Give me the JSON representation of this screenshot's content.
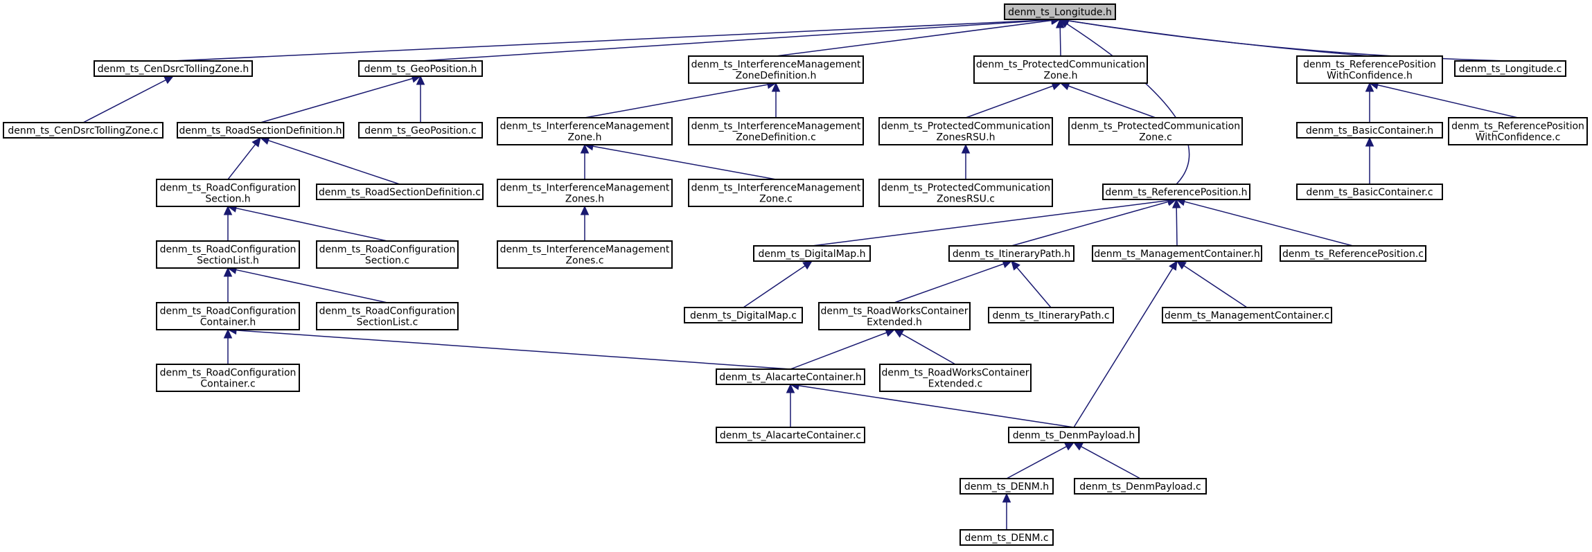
{
  "graph": {
    "edge_color": "#191970",
    "root_fill": "#bfbfbf",
    "nodes": [
      {
        "id": "longitude_h",
        "lines": [
          "denm_ts_Longitude.h"
        ],
        "root": true
      },
      {
        "id": "cendsrc_h",
        "lines": [
          "denm_ts_CenDsrcTollingZone.h"
        ]
      },
      {
        "id": "cendsrc_c",
        "lines": [
          "denm_ts_CenDsrcTollingZone.c"
        ]
      },
      {
        "id": "geopos_h",
        "lines": [
          "denm_ts_GeoPosition.h"
        ]
      },
      {
        "id": "geopos_c",
        "lines": [
          "denm_ts_GeoPosition.c"
        ]
      },
      {
        "id": "roadsecdef_h",
        "lines": [
          "denm_ts_RoadSectionDefinition.h"
        ]
      },
      {
        "id": "roadsecdef_c",
        "lines": [
          "denm_ts_RoadSectionDefinition.c"
        ]
      },
      {
        "id": "rcsection_h",
        "lines": [
          "denm_ts_RoadConfiguration",
          "Section.h"
        ]
      },
      {
        "id": "rcsection_c",
        "lines": [
          "denm_ts_RoadConfiguration",
          "Section.c"
        ]
      },
      {
        "id": "rcsectionlist_h",
        "lines": [
          "denm_ts_RoadConfiguration",
          "SectionList.h"
        ]
      },
      {
        "id": "rcsectionlist_c",
        "lines": [
          "denm_ts_RoadConfiguration",
          "SectionList.c"
        ]
      },
      {
        "id": "rccontainer_h",
        "lines": [
          "denm_ts_RoadConfiguration",
          "Container.h"
        ]
      },
      {
        "id": "rccontainer_c",
        "lines": [
          "denm_ts_RoadConfiguration",
          "Container.c"
        ]
      },
      {
        "id": "imzonedef_h",
        "lines": [
          "denm_ts_InterferenceManagement",
          "ZoneDefinition.h"
        ]
      },
      {
        "id": "imzonedef_c",
        "lines": [
          "denm_ts_InterferenceManagement",
          "ZoneDefinition.c"
        ]
      },
      {
        "id": "imzone_h",
        "lines": [
          "denm_ts_InterferenceManagement",
          "Zone.h"
        ]
      },
      {
        "id": "imzone_c",
        "lines": [
          "denm_ts_InterferenceManagement",
          "Zone.c"
        ]
      },
      {
        "id": "imzones_h",
        "lines": [
          "denm_ts_InterferenceManagement",
          "Zones.h"
        ]
      },
      {
        "id": "imzones_c",
        "lines": [
          "denm_ts_InterferenceManagement",
          "Zones.c"
        ]
      },
      {
        "id": "pczone_h",
        "lines": [
          "denm_ts_ProtectedCommunication",
          "Zone.h"
        ]
      },
      {
        "id": "pczone_c",
        "lines": [
          "denm_ts_ProtectedCommunication",
          "Zone.c"
        ]
      },
      {
        "id": "pczonesrsu_h",
        "lines": [
          "denm_ts_ProtectedCommunication",
          "ZonesRSU.h"
        ]
      },
      {
        "id": "pczonesrsu_c",
        "lines": [
          "denm_ts_ProtectedCommunication",
          "ZonesRSU.c"
        ]
      },
      {
        "id": "refposconf_h",
        "lines": [
          "denm_ts_ReferencePosition",
          "WithConfidence.h"
        ]
      },
      {
        "id": "refposconf_c",
        "lines": [
          "denm_ts_ReferencePosition",
          "WithConfidence.c"
        ]
      },
      {
        "id": "longitude_c",
        "lines": [
          "denm_ts_Longitude.c"
        ]
      },
      {
        "id": "basiccont_h",
        "lines": [
          "denm_ts_BasicContainer.h"
        ]
      },
      {
        "id": "basiccont_c",
        "lines": [
          "denm_ts_BasicContainer.c"
        ]
      },
      {
        "id": "refpos_h",
        "lines": [
          "denm_ts_ReferencePosition.h"
        ]
      },
      {
        "id": "refpos_c",
        "lines": [
          "denm_ts_ReferencePosition.c"
        ]
      },
      {
        "id": "digitalmap_h",
        "lines": [
          "denm_ts_DigitalMap.h"
        ]
      },
      {
        "id": "digitalmap_c",
        "lines": [
          "denm_ts_DigitalMap.c"
        ]
      },
      {
        "id": "itinerary_h",
        "lines": [
          "denm_ts_ItineraryPath.h"
        ]
      },
      {
        "id": "itinerary_c",
        "lines": [
          "denm_ts_ItineraryPath.c"
        ]
      },
      {
        "id": "mgmtcont_h",
        "lines": [
          "denm_ts_ManagementContainer.h"
        ]
      },
      {
        "id": "mgmtcont_c",
        "lines": [
          "denm_ts_ManagementContainer.c"
        ]
      },
      {
        "id": "rwcext_h",
        "lines": [
          "denm_ts_RoadWorksContainer",
          "Extended.h"
        ]
      },
      {
        "id": "rwcext_c",
        "lines": [
          "denm_ts_RoadWorksContainer",
          "Extended.c"
        ]
      },
      {
        "id": "alacarte_h",
        "lines": [
          "denm_ts_AlacarteContainer.h"
        ]
      },
      {
        "id": "alacarte_c",
        "lines": [
          "denm_ts_AlacarteContainer.c"
        ]
      },
      {
        "id": "denmpayload_h",
        "lines": [
          "denm_ts_DenmPayload.h"
        ]
      },
      {
        "id": "denmpayload_c",
        "lines": [
          "denm_ts_DenmPayload.c"
        ]
      },
      {
        "id": "denm_h",
        "lines": [
          "denm_ts_DENM.h"
        ]
      },
      {
        "id": "denm_c",
        "lines": [
          "denm_ts_DENM.c"
        ]
      }
    ],
    "edges": [
      [
        "cendsrc_h",
        "longitude_h"
      ],
      [
        "geopos_h",
        "longitude_h"
      ],
      [
        "imzonedef_h",
        "longitude_h"
      ],
      [
        "pczone_h",
        "longitude_h"
      ],
      [
        "refposconf_h",
        "longitude_h"
      ],
      [
        "longitude_c",
        "longitude_h"
      ],
      [
        "refpos_h",
        "longitude_h"
      ],
      [
        "cendsrc_c",
        "cendsrc_h"
      ],
      [
        "roadsecdef_h",
        "geopos_h"
      ],
      [
        "geopos_c",
        "geopos_h"
      ],
      [
        "rcsection_h",
        "roadsecdef_h"
      ],
      [
        "roadsecdef_c",
        "roadsecdef_h"
      ],
      [
        "rcsectionlist_h",
        "rcsection_h"
      ],
      [
        "rcsection_c",
        "rcsection_h"
      ],
      [
        "rccontainer_h",
        "rcsectionlist_h"
      ],
      [
        "rcsectionlist_c",
        "rcsectionlist_h"
      ],
      [
        "rccontainer_c",
        "rccontainer_h"
      ],
      [
        "alacarte_h",
        "rccontainer_h"
      ],
      [
        "imzone_h",
        "imzonedef_h"
      ],
      [
        "imzonedef_c",
        "imzonedef_h"
      ],
      [
        "imzones_h",
        "imzone_h"
      ],
      [
        "imzone_c",
        "imzone_h"
      ],
      [
        "imzones_c",
        "imzones_h"
      ],
      [
        "pczonesrsu_h",
        "pczone_h"
      ],
      [
        "pczone_c",
        "pczone_h"
      ],
      [
        "pczonesrsu_c",
        "pczonesrsu_h"
      ],
      [
        "basiccont_h",
        "refposconf_h"
      ],
      [
        "refposconf_c",
        "refposconf_h"
      ],
      [
        "basiccont_c",
        "basiccont_h"
      ],
      [
        "digitalmap_h",
        "refpos_h"
      ],
      [
        "itinerary_h",
        "refpos_h"
      ],
      [
        "mgmtcont_h",
        "refpos_h"
      ],
      [
        "refpos_c",
        "refpos_h"
      ],
      [
        "digitalmap_c",
        "digitalmap_h"
      ],
      [
        "rwcext_h",
        "itinerary_h"
      ],
      [
        "itinerary_c",
        "itinerary_h"
      ],
      [
        "denmpayload_h",
        "mgmtcont_h"
      ],
      [
        "mgmtcont_c",
        "mgmtcont_h"
      ],
      [
        "alacarte_h",
        "rwcext_h"
      ],
      [
        "rwcext_c",
        "rwcext_h"
      ],
      [
        "alacarte_c",
        "alacarte_h"
      ],
      [
        "denmpayload_h",
        "alacarte_h"
      ],
      [
        "denm_h",
        "denmpayload_h"
      ],
      [
        "denmpayload_c",
        "denmpayload_h"
      ],
      [
        "denm_c",
        "denm_h"
      ]
    ]
  }
}
